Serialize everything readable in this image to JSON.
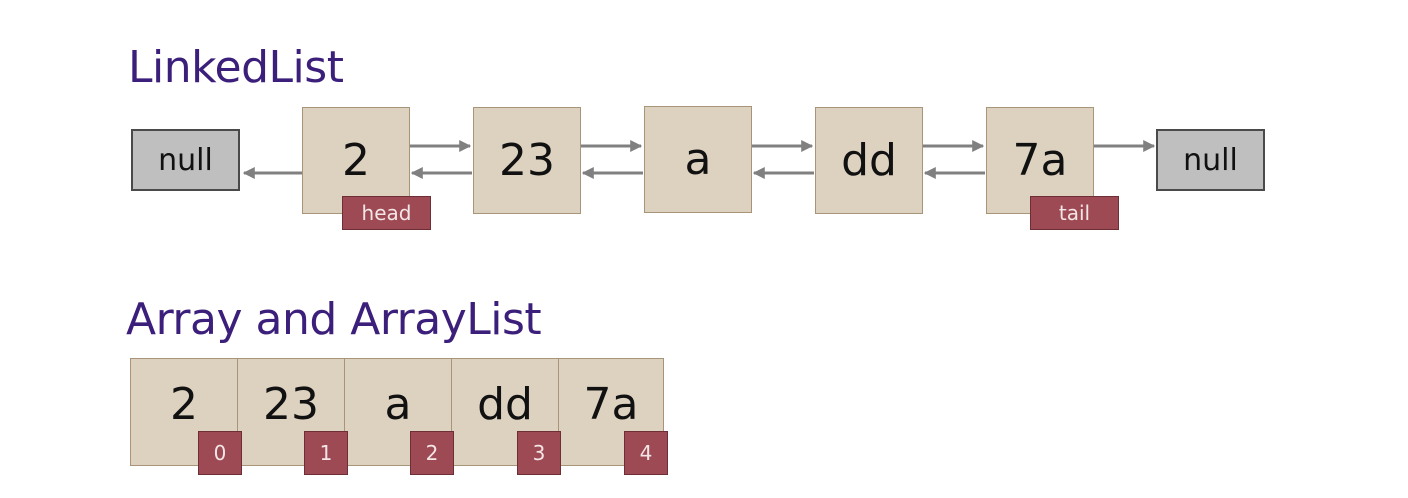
{
  "linked_list": {
    "title": "LinkedList",
    "null_left": "null",
    "null_right": "null",
    "nodes": [
      "2",
      "23",
      "a",
      "dd",
      "7a"
    ],
    "head_label": "head",
    "tail_label": "tail"
  },
  "array": {
    "title": "Array and ArrayList",
    "cells": [
      "2",
      "23",
      "a",
      "dd",
      "7a"
    ],
    "indices": [
      "0",
      "1",
      "2",
      "3",
      "4"
    ]
  },
  "colors": {
    "title": "#3b1f7a",
    "node_fill": "#ddd2c0",
    "null_fill": "#bfbfbf",
    "tag_fill": "#9e4a55",
    "arrow": "#808080"
  }
}
